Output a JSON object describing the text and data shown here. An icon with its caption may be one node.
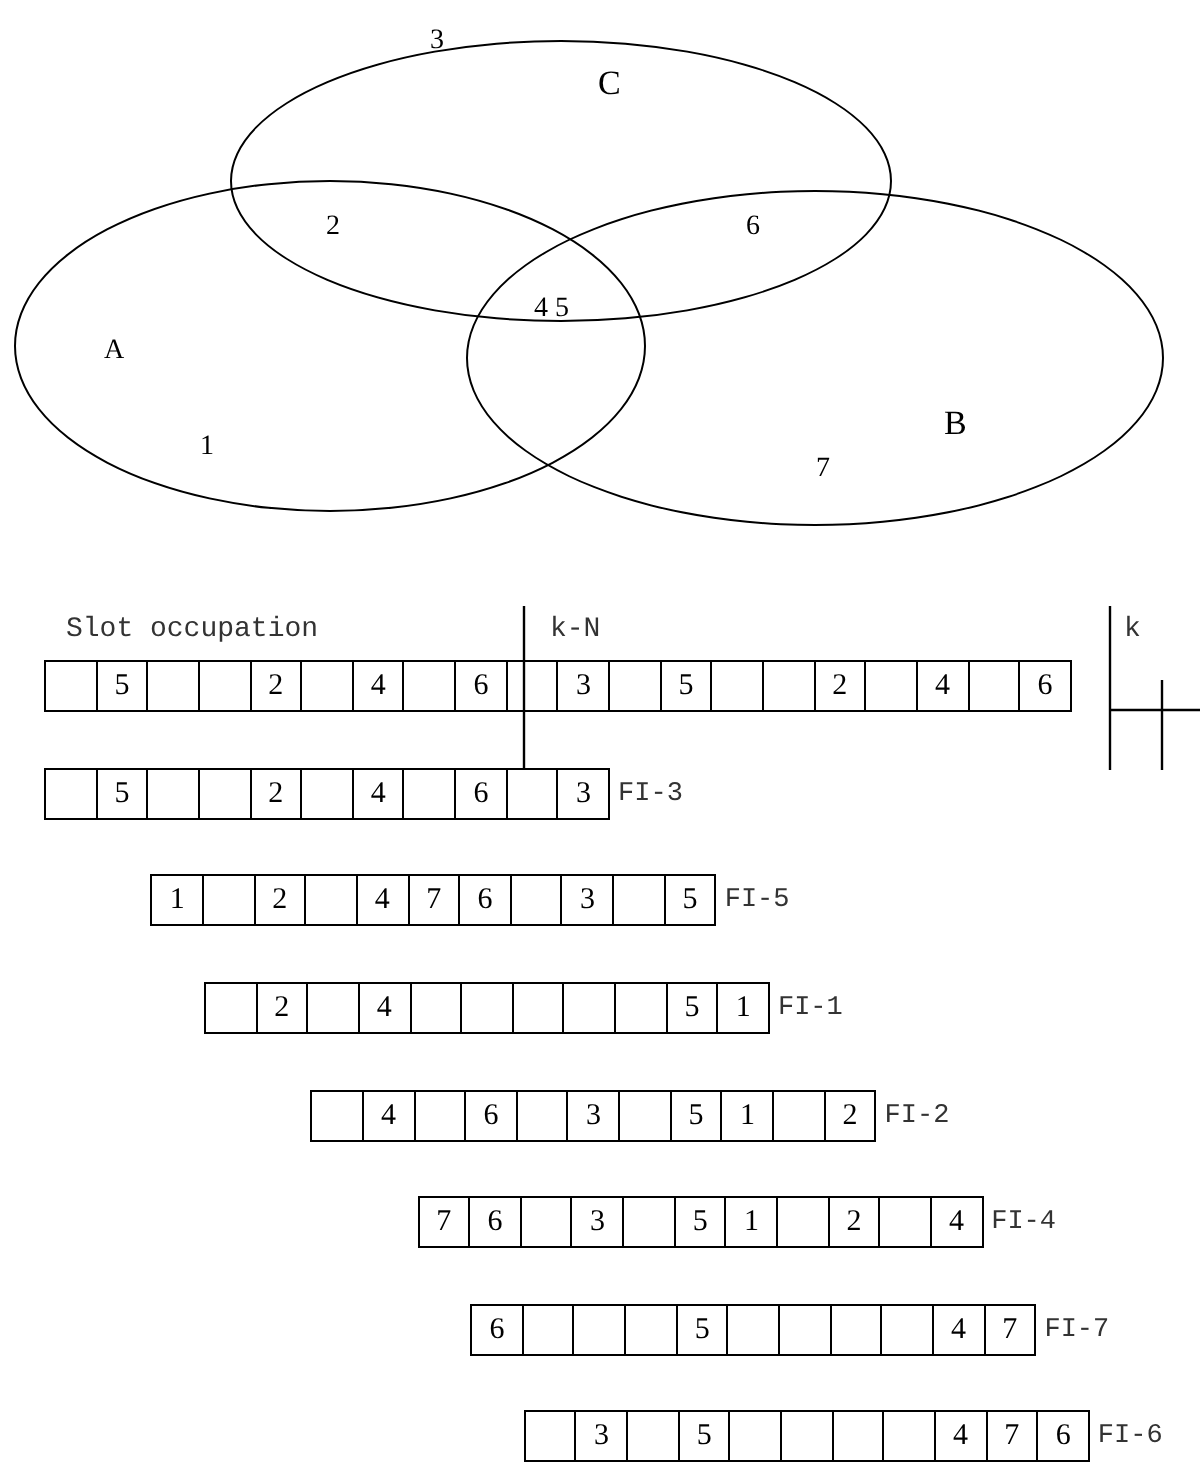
{
  "diagram": {
    "nodes": [
      {
        "text": [
          "C"
        ]
      },
      {
        "text": [
          "A"
        ]
      },
      {
        "text": [
          "B"
        ]
      }
    ],
    "labels": [
      "3",
      "2",
      "6",
      "4 5",
      "1",
      "7",
      "Slot occupation",
      "k-N",
      "k",
      "5",
      "2",
      "4",
      "6",
      "3",
      "5",
      "2",
      "4",
      "6",
      "5",
      "2",
      "4",
      "6",
      "3",
      "FI-3",
      "1",
      "2",
      "4",
      "7",
      "6",
      "3",
      "5",
      "FI-5",
      "2",
      "4",
      "5",
      "1",
      "FI-1",
      "4",
      "6",
      "3",
      "5",
      "1",
      "2",
      "FI-2",
      "7",
      "6",
      "3",
      "5",
      "1",
      "2",
      "4",
      "FI-4",
      "6",
      "5",
      "4",
      "7",
      "FI-7",
      "3",
      "5",
      "4",
      "7",
      "6",
      "FI-6"
    ]
  }
}
